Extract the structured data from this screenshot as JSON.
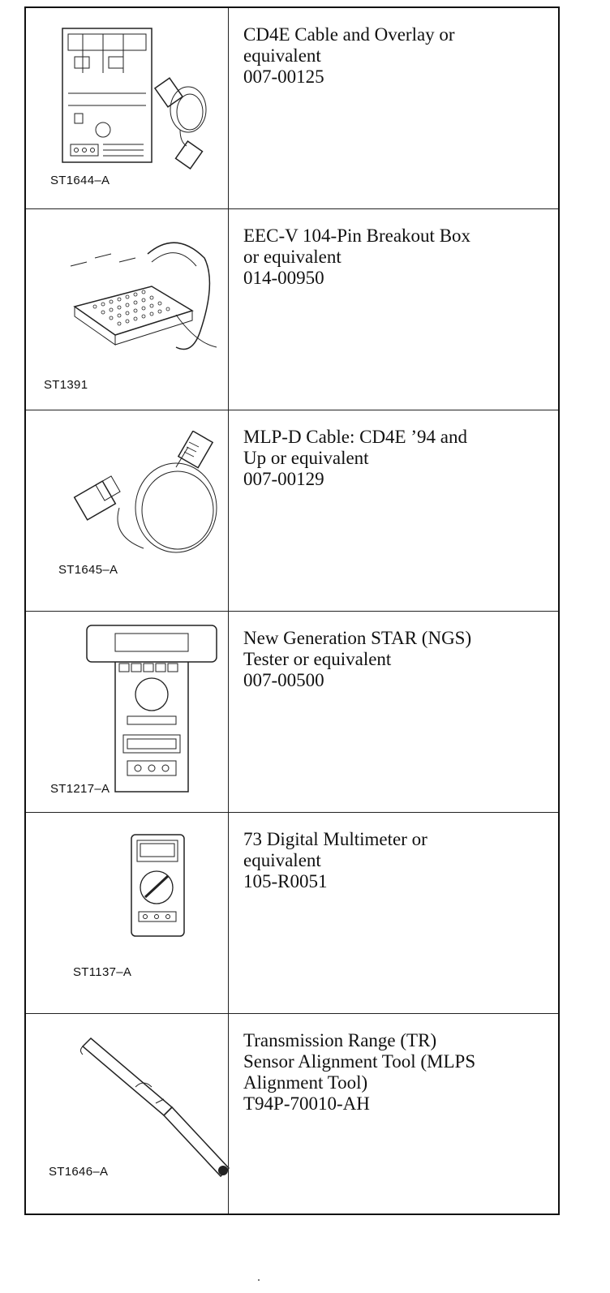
{
  "tools": [
    {
      "figure_code": "ST1644–A",
      "icon": "cable-overlay-icon",
      "lines": [
        "CD4E Cable and Overlay or",
        "equivalent",
        "007-00125"
      ]
    },
    {
      "figure_code": "ST1391",
      "icon": "breakout-box-icon",
      "lines": [
        "EEC-V 104-Pin Breakout Box",
        "or equivalent",
        "014-00950"
      ]
    },
    {
      "figure_code": "ST1645–A",
      "icon": "mlp-cable-icon",
      "lines": [
        "MLP-D Cable: CD4E ’94 and",
        "Up or equivalent",
        "007-00129"
      ]
    },
    {
      "figure_code": "ST1217–A",
      "icon": "ngs-tester-icon",
      "lines": [
        "New Generation STAR (NGS)",
        "Tester or equivalent",
        "007-00500"
      ]
    },
    {
      "figure_code": "ST1137–A",
      "icon": "multimeter-icon",
      "lines": [
        "73 Digital Multimeter or",
        "equivalent",
        "105-R0051"
      ]
    },
    {
      "figure_code": "ST1646–A",
      "icon": "alignment-tool-icon",
      "lines": [
        "Transmission Range (TR)",
        "Sensor Alignment Tool (MLPS",
        "Alignment Tool)",
        "T94P-70010-AH"
      ]
    }
  ]
}
